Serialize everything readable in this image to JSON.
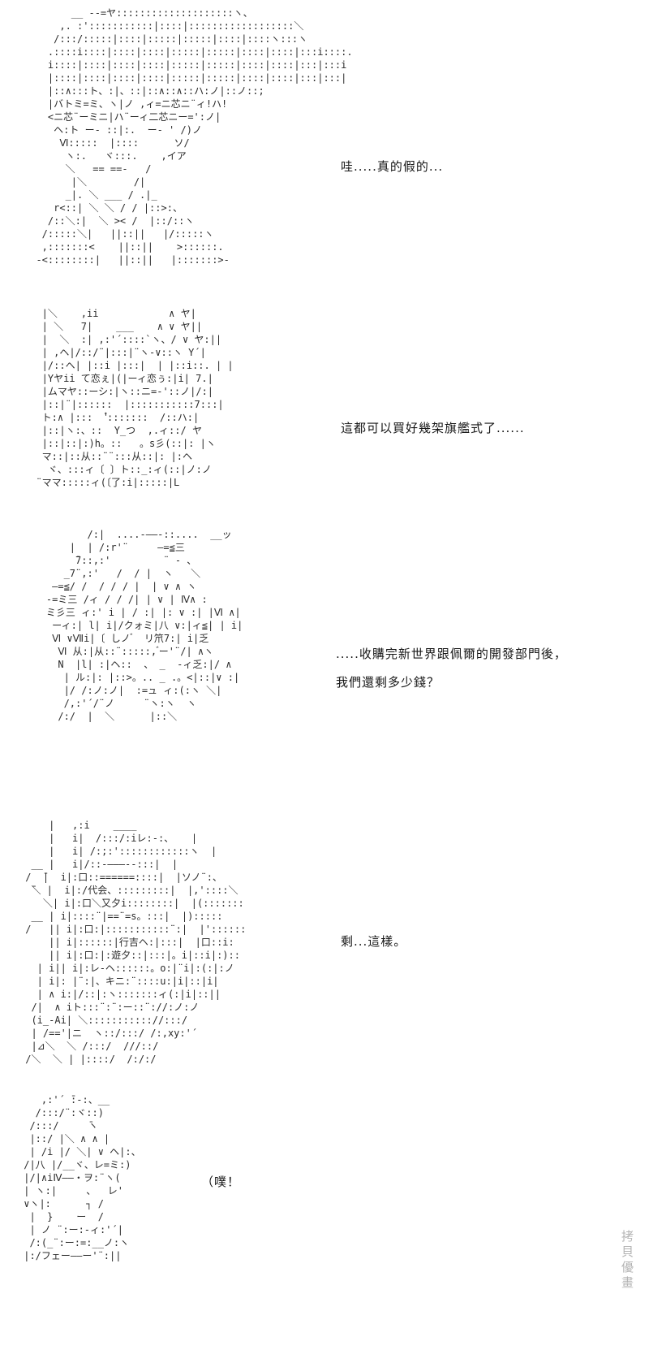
{
  "page": {
    "background": "#ffffff",
    "text_color": "#161616",
    "aa_color": "#2b2b2b",
    "watermark_color": "#b4b4b4",
    "watermark": "拷貝優畫"
  },
  "panels": [
    {
      "aa": "        __ -‐=ヤ::::::::::::::::::::ヽ、\n      ,. :':::::::::::|::::|::::::::::::::::::＼\n     /:::/:::::|::::|:::::|:::::|::::|::::ヽ:::ヽ\n    .::::i::::|::::|::::|:::::|:::::|::::|::::|:::i::::.\n    i::::|::::|::::|::::|:::::|:::::|::::|::::|:::|:::i\n    |::::|::::|::::|::::|:::::|:::::|::::|::::|:::|:::|\n    |::∧:::ト、:|、::|::∧::∧::ハ:ノ|::ノ::;\n    |バトミ=ミ、ヽ|ノ ,ィ=ニ芯ニ¨ィ!ハ!\n    <ニ芯¨ーミニ|ハ¨ーィ二芯ニー=':ノ|\n     ヘ:ト ー‐ ::|:.  ー‐ ' /)ノ\n      Ⅵ:::::  |::::      ソ/\n       ヽ:.   ヾ:::.    ,イア\n       ＼   == ==-   /\n        |＼        /|\n       _|. ＼ ___ / .|_\n     r<::| ＼ ＼ / / |::>:、\n    /::＼:|  ＼ >< /  |::/::ヽ\n   /:::::＼|   ||::||   |/:::::ヽ\n   ,:::::::<    ||::||    >::::::.\n  -<::::::::|   ||::||   |:::::::>-",
      "dialogue": "哇.....真的假的..."
    },
    {
      "aa": "   |＼    ,ii            ∧ ヤ|\n   | ＼   7|    ___    ∧ ∨ ヤ||\n   |  ＼  :| ,:'´::::`ヽ、/ ∨ ヤ:||\n   | ,ヘ|/::/¨|:::|¨ヽ-∨::ヽ Y´|\n   |/::ヘ| |::i |:::|  | |::i::. | |\n   |Yヤii て恋ぇ|(|ーィ恋ぅ:|i| 7.|\n   |ムマヤ::ーシ:|ヽ::ニ=‐'::ノ|/:|\n   |::|¨|::::::  |:::::::::::7:::|\n   ト:∧ |:::  '゙:::::::  /::ハ:|\n   |::|ヽ:、::  Y_つ  ,.ィ::/ ヤ\n   |::|::|:)h。::   。s彡(::|: |ヽ\n   マ::|::从::¨¨:::从::|: |:ヘ\n    ヾ、:::ィ〔 〕ト::_:ィ(::|ノ:ノ\n  ¨ママ:::::ィ(〔了:i|:::::|L",
      "dialogue": "這都可以買好幾架旗艦式了......"
    },
    {
      "aa": "           /:|  ....-――-::....  __ッ\n        |  | /:r'¨     ―=≦三\n         ̄7::,:'         ¨ ‐ 、\n       _7¨,:'   /  / |  ヽ   ＼\n     ―=≦/ /  / / / |  | ∨ ∧ ヽ\n    ‐=ミ三 /ィ / / /| | ∨ | Ⅳ∧ :\n    ミ彡三 ィ:' i | / :| |: ∨ :| |Ⅵ ∧|\n     ーィ:| l| i|/クォミ|八 ∨:|ィ≦| | i|\n     Ⅵ ∨Ⅶi|〔 しノ ゙  リ笊7:| i|乏\n      Ⅵ 从:|从::¨:::::, ゙ー'¨/| ∧ヽ\n      N  |l| :|ヘ::  、 _  ‐ィ乏:|/ ∧\n       | ル:|: |::>。.. _ .。<|::|∨ :|\n       |/ /:ノ:ノ|  :=ュ ィ:(:ヽ ＼|\n       /,:'´/¨ノ     ¨ヽ:ヽ  ヽ\n      /:/  |  ＼      |::＼",
      "dialogue": ".....收購完新世界跟佩爾的開發部門後，\n我們還剩多少錢？"
    },
    {
      "aa": "     |   ,:i    ____\n     |   i|  /:::/:iレ:-:、   |\n     |   i| /:;:'::::::::::::ヽ  |\n  __ |   i|/::-―――--:::|  |\n /  ̄|  i|:口::======::::|  |ソノ¨:、\n  ̄＼ |  i|:/代会、:::::::::|  |,'::::＼\n    ＼| i|:口＼又夕i::::::::|  |(:::::::\n  __ | i|::::¨|==¨=s。:::|  |):::::\n /   || i|:口:|:::::::::::¨:|  |'::::::\n     || i|::::::|行吉ヘ:|:::|  |口::i:\n     || i|:口:|:遊夕::|:::|。i|::i|:)::\n   | i|| i|:レ‐ヘ::::::。o:|¨i|:(:|:ノ\n   | i|: |¨:|、キニ:¨::::u:|i|::|i|\n   | ∧ i:|/::|:ヽ:::::::ィ(:|i|::||\n  /|  ∧ iト:::¨:¨:ー::¨://:ノ:ノ\n  (i_-Ai| ＼::::::::::://:::/\n  | /=='|ニ  ヽ::/:::/ /:,xy:'´\n  |⊿＼  ＼ /:::/  ///::/\n /＼  ＼ | |::::/  /:/:/",
      "dialogue": "剩...這樣。"
    },
    {
      "aa": "    ,:'´ ̄:‐:、__\n   /:::/¨:ヾ::)\n  /:::/     ̄ヽ\n  |::/ |＼ ∧ ∧ |\n  | /i |/ ＼| ∨ ヘ|:、\n /|八 |/__ヾ、レ=ミ:)\n |/|∧iⅣ――・ヲ:¨ヽ(\n | ヽ:|     、  レ'\n ∨ヽ|:      ┐ /\n  |  }    ー  /\n  | ノ ¨:ー:-ィ:'´|\n  /:(_¨:ー:=:__ノ:ヽ\n |:/フェー――ー'¨:||",
      "dialogue": "（噗！"
    }
  ]
}
